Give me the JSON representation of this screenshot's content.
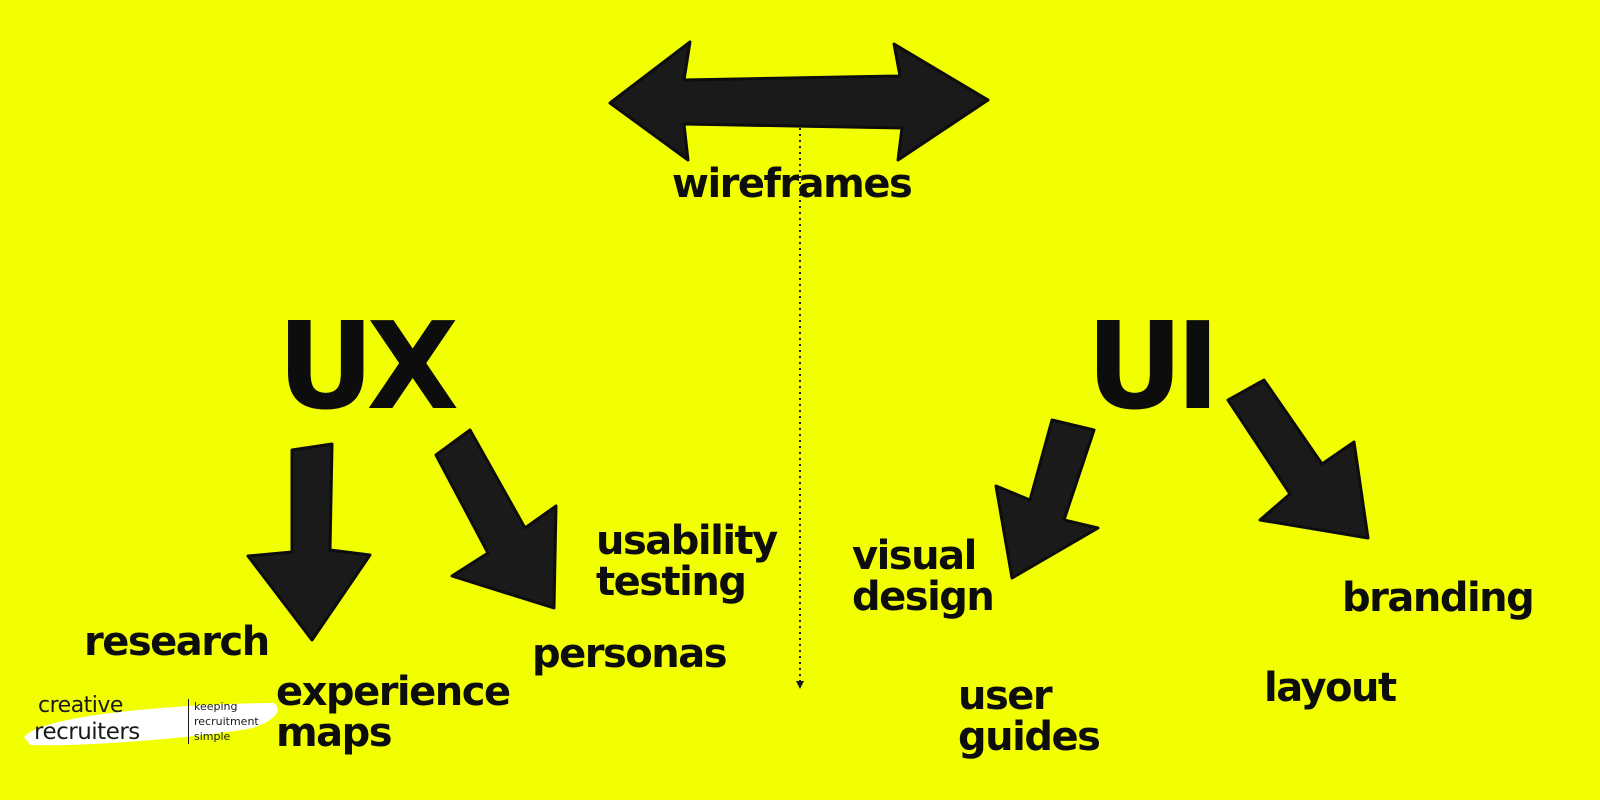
{
  "colors": {
    "background": "#f2ff00",
    "ink": "#0d0d0d",
    "logo_swoosh": "#ffffff"
  },
  "top": {
    "label": "wireframes"
  },
  "ux": {
    "title": "UX",
    "items": {
      "research": "research",
      "experience_maps": "experience\nmaps",
      "personas": "personas",
      "usability_testing": "usability\ntesting"
    }
  },
  "ui": {
    "title": "UI",
    "items": {
      "visual_design": "visual\ndesign",
      "user_guides": "user\nguides",
      "branding": "branding",
      "layout": "layout"
    }
  },
  "logo": {
    "line1": "creative",
    "line2": "recruiters",
    "tagline": "keeping\nrecruitment\nsimple"
  }
}
